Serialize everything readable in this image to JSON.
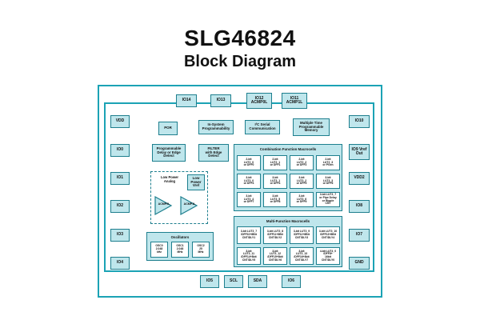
{
  "title": "SLG46824",
  "subtitle": "Block Diagram",
  "pins": {
    "io14": "IO14",
    "io13": "IO13",
    "io12": "IO12 ACMP0L",
    "io11": "IO11 ACMP1L",
    "vdd": "VDD",
    "io0": "IO0",
    "io1": "IO1",
    "io2": "IO2",
    "io3": "IO3",
    "io4": "IO4",
    "io10": "IO10",
    "io9": "IO9 Vref Out",
    "vdd2": "VDD2",
    "io8": "IO8",
    "io7": "IO7",
    "gnd": "GND",
    "io5": "IO5",
    "scl": "SCL",
    "sda": "SDA",
    "io6": "IO6"
  },
  "blocks": {
    "por": "POR",
    "isp": "In-System\nProgrammability",
    "i2c": "I²C Serial\nCommunication",
    "mtp": "Multiple Time\nProgrammable\nMemory",
    "delay": "Programmable\nDelay or Edge\nDetect",
    "filter": "FILTER\nwith Edge\nDetect"
  },
  "analog": {
    "label": "Low Power\nAnalog",
    "vref": "Low\nPower\nVref",
    "acmp0": "ACMP0L",
    "acmp1": "ACMP1L"
  },
  "oscillators": {
    "label": "Oscillators",
    "osc0": "OSC0\n2.048\nkHz",
    "osc1": "OSC1\n2.048\nMHz",
    "osc2": "OSC2\n25\nMHz"
  },
  "combination": {
    "label": "Combination Function Macrocells",
    "row1": [
      "2-bit\nLUT2_0\nor DFF0",
      "2-bit\nLUT2_1\nor DFF1",
      "2-bit\nLUT2_2\nor DFF2",
      "2-bit\nLUT2_3\nor PGen"
    ],
    "row2": [
      "3-bit\nLUT3_0\nor DFF4",
      "3-bit\nLUT3_1\nor DFF4",
      "3-bit\nLUT3_2\nor DFF5",
      "3-bit\nLUT3_3\nor DFF6"
    ],
    "row3": [
      "3-bit\nLUT3_4\nor DFF7",
      "3-bit\nLUT3_5\nor DFF8",
      "3-bit\nLUT3_6\nor DFF9",
      "3-bit LUT3_7\nor Pipe Delay\nor Ripple\nCNT"
    ]
  },
  "multi": {
    "label": "Multi-Function Macrocells",
    "row1": [
      "3-bit LUT3_7\n/DFF10+8Bit\nCNT/DLY1",
      "3-bit LUT3_8\n/DFF11+8Bit\nCNT/DLY2",
      "3-bit LUT3_9\n/DFF12+8Bit\nCNT/DLY3",
      "3-bit LUT3_10\n/DFF13+8Bit\nCNT/DLY4"
    ],
    "row2": [
      "3-bit\nLUT3_11\n/DFF14+8bit\nCNT/DLY5",
      "3-bit\nLUT3_12\n/DFF15+8bit\nCNT/DLY6",
      "3-bit\nLUT3_13\n/DFF16+8bit\nCNT/DLY7",
      "4-bit LUT4_0\n/DFF8+\n16bit\nCNT/DLY0"
    ]
  },
  "colors": {
    "chip_border": "#1ba3b5",
    "block_fill": "#bfe6ec",
    "block_border": "#1e7f8e"
  }
}
